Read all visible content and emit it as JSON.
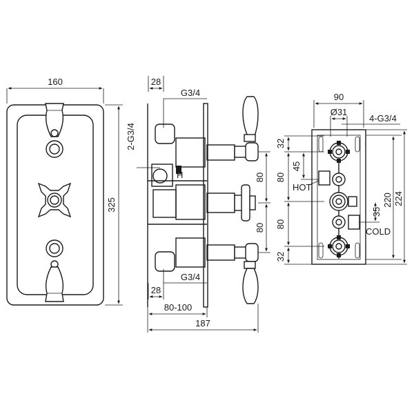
{
  "front_view": {
    "width_label": "160",
    "height_label": "325"
  },
  "side_view": {
    "thread_top_label": "G3/4",
    "thread_bottom_label": "G3/4",
    "top_offset_label": "28",
    "bottom_offset_label": "28",
    "thread_left_label": "2-G3/4",
    "spacing_top_label": "80",
    "spacing_bottom_label": "80",
    "marker_h": "H",
    "depth_label": "80-100",
    "overall_depth_label": "187"
  },
  "rear_view": {
    "width_label": "90",
    "diameter_label": "Ø31",
    "thread_label": "4-G3/4",
    "top_margin_label": "32",
    "bottom_margin_label": "32",
    "spacing_top_label": "80",
    "spacing_bottom_label": "80",
    "hot_offset_label": "45",
    "cold_offset_label": "35",
    "hot_label": "HOT",
    "cold_label": "COLD",
    "height_inner_label": "220",
    "height_outer_label": "224"
  }
}
